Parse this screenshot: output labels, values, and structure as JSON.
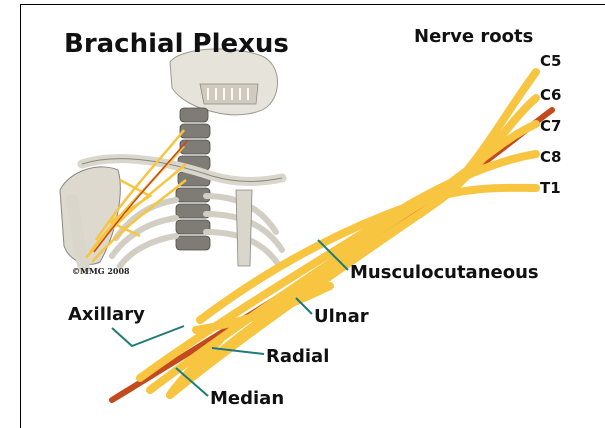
{
  "title": "Brachial Plexus",
  "copyright": "©MMG 2008",
  "nerve_roots": {
    "heading": "Nerve roots",
    "labels": [
      "C5",
      "C6",
      "C7",
      "C8",
      "T1"
    ]
  },
  "branches": {
    "musculocutaneous": "Musculocutaneous",
    "ulnar": "Ulnar",
    "axillary": "Axillary",
    "radial": "Radial",
    "median": "Median"
  },
  "colors": {
    "nerve": "#f7c540",
    "nerve_edge": "#e3a91f",
    "artery": "#c24a1c",
    "leader_line": "#1f7a78",
    "bone": "#d9d6cc",
    "bone_shadow": "#8a8780"
  }
}
